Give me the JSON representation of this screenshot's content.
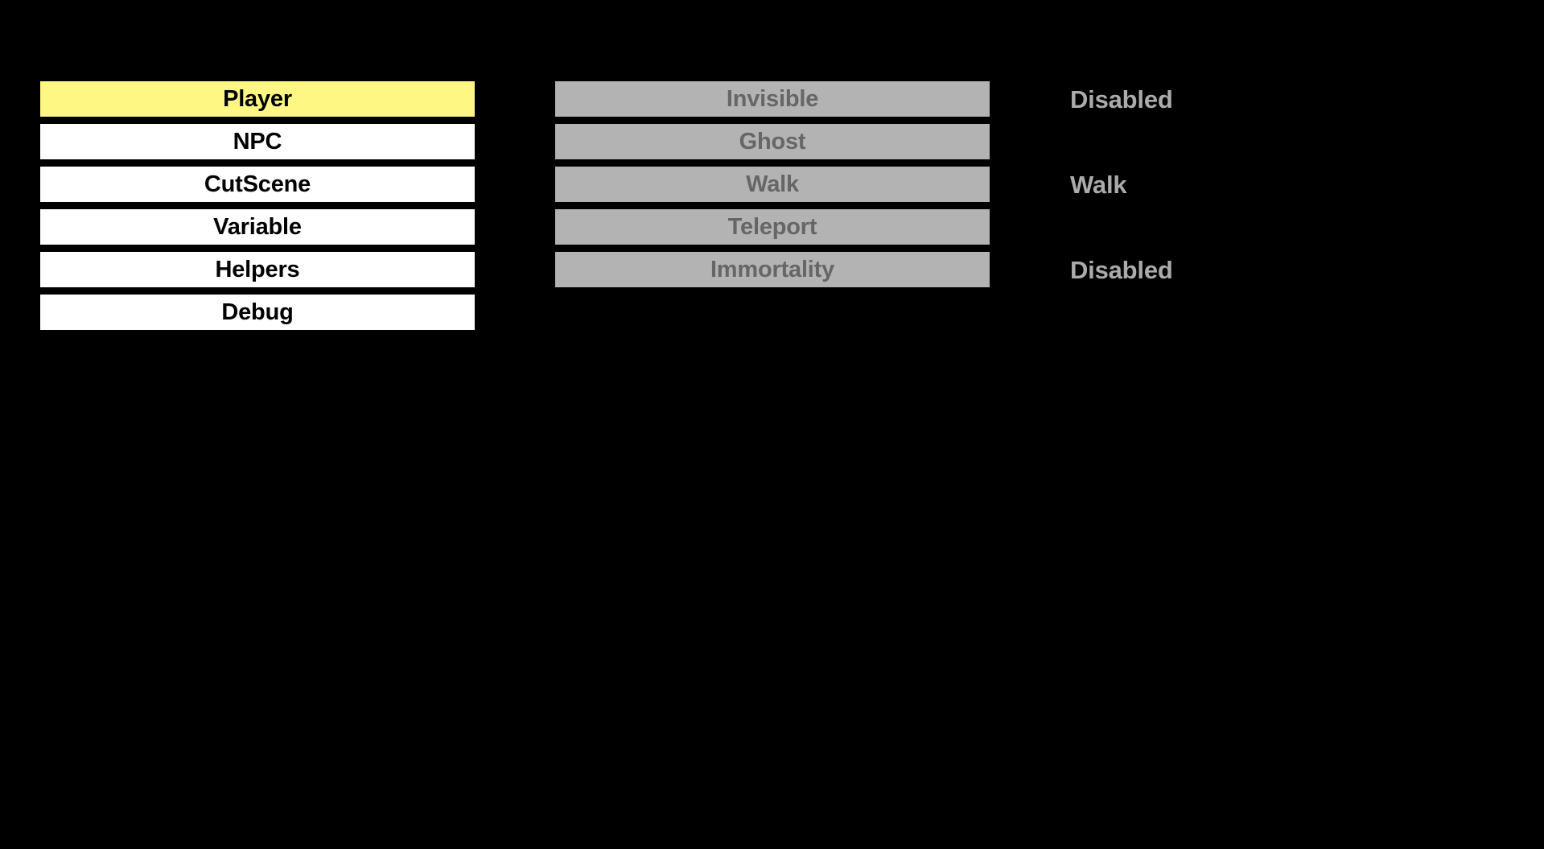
{
  "screen": {
    "background_color": "#000000",
    "kind": "debug-cheat-menu-overlay"
  },
  "palette": {
    "selected_highlight": "#FFF783",
    "category_button_bg": "#FFFFFF",
    "category_button_text": "#000000",
    "action_button_bg": "#B3B3B3",
    "action_button_text": "#666666",
    "status_text": "#ABABAB"
  },
  "category_menu": {
    "name": "category-list",
    "selected_index": 0,
    "items": [
      {
        "label": "Player",
        "selected": true
      },
      {
        "label": "NPC",
        "selected": false
      },
      {
        "label": "CutScene",
        "selected": false
      },
      {
        "label": "Variable",
        "selected": false
      },
      {
        "label": "Helpers",
        "selected": false
      },
      {
        "label": "Debug",
        "selected": false
      }
    ]
  },
  "action_menu": {
    "name": "player-action-list",
    "items": [
      {
        "label": "Invisible",
        "status": "Disabled"
      },
      {
        "label": "Ghost",
        "status": ""
      },
      {
        "label": "Walk",
        "status": "Walk"
      },
      {
        "label": "Teleport",
        "status": ""
      },
      {
        "label": "Immortality",
        "status": "Disabled"
      }
    ]
  }
}
